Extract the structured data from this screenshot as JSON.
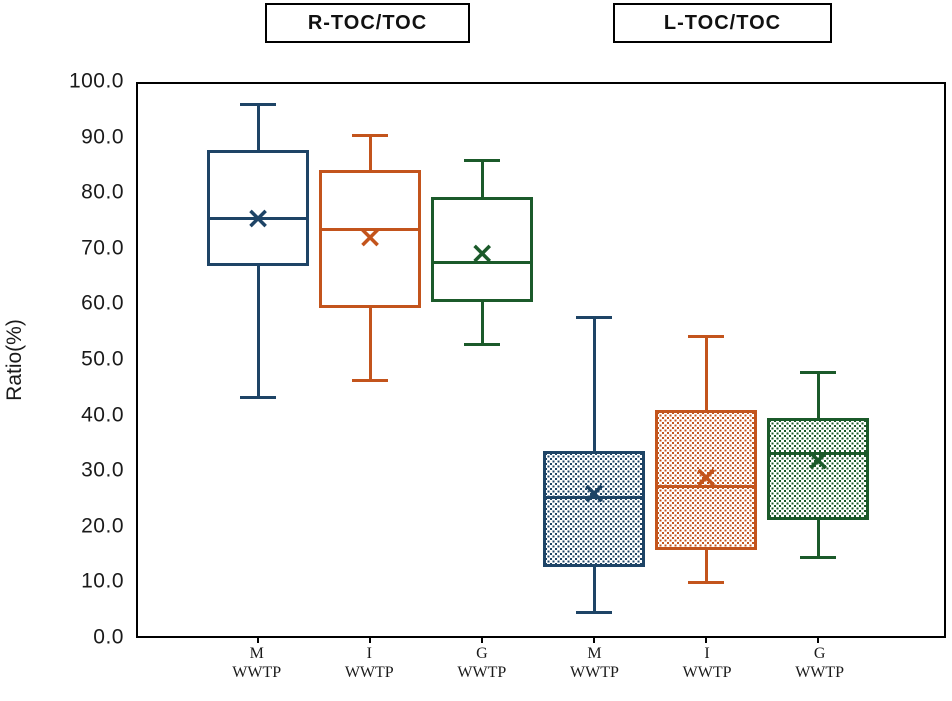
{
  "chart_data": {
    "type": "boxplot",
    "title_boxes": [
      "R-TOC/TOC",
      "L-TOC/TOC"
    ],
    "ylabel": "Ratio(%)",
    "ylim": [
      0,
      100
    ],
    "ytick_labels": [
      "0.0",
      "10.0",
      "20.0",
      "30.0",
      "40.0",
      "50.0",
      "60.0",
      "70.0",
      "80.0",
      "90.0",
      "100.0"
    ],
    "grid": false,
    "legend_position": "none",
    "category_line1": [
      "M",
      "I",
      "G",
      "M",
      "I",
      "G"
    ],
    "category_line2": [
      "WWTP",
      "WWTP",
      "WWTP",
      "WWTP",
      "WWTP",
      "WWTP"
    ],
    "mean_marker": "×",
    "colors": {
      "blue": "#1e4466",
      "orange": "#c3541c",
      "green": "#1b5a2a"
    },
    "series": [
      {
        "name": "R-TOC/TOC M WWTP",
        "group": "R-TOC/TOC",
        "category": "M WWTP",
        "color": "#1e4466",
        "fill": "solid",
        "whisker_high": 96.5,
        "q3": 88.0,
        "median": 75.5,
        "mean": 75.3,
        "q1": 67.0,
        "whisker_low": 43.0
      },
      {
        "name": "R-TOC/TOC I WWTP",
        "group": "R-TOC/TOC",
        "category": "I WWTP",
        "color": "#c3541c",
        "fill": "solid",
        "whisker_high": 91.0,
        "q3": 84.5,
        "median": 73.5,
        "mean": 72.0,
        "q1": 59.5,
        "whisker_low": 46.0
      },
      {
        "name": "R-TOC/TOC G WWTP",
        "group": "R-TOC/TOC",
        "category": "G WWTP",
        "color": "#1b5a2a",
        "fill": "solid",
        "whisker_high": 86.5,
        "q3": 79.5,
        "median": 67.5,
        "mean": 69.0,
        "q1": 60.5,
        "whisker_low": 52.5
      },
      {
        "name": "L-TOC/TOC M WWTP",
        "group": "L-TOC/TOC",
        "category": "M WWTP",
        "color": "#1e4466",
        "fill": "dotted",
        "whisker_high": 58.0,
        "q3": 33.5,
        "median": 25.0,
        "mean": 25.5,
        "q1": 12.5,
        "whisker_low": 4.0
      },
      {
        "name": "L-TOC/TOC I WWTP",
        "group": "L-TOC/TOC",
        "category": "I WWTP",
        "color": "#c3541c",
        "fill": "dotted",
        "whisker_high": 54.5,
        "q3": 41.0,
        "median": 27.0,
        "mean": 28.5,
        "q1": 15.5,
        "whisker_low": 9.5
      },
      {
        "name": "L-TOC/TOC G WWTP",
        "group": "L-TOC/TOC",
        "category": "G WWTP",
        "color": "#1b5a2a",
        "fill": "dotted",
        "whisker_high": 48.0,
        "q3": 39.5,
        "median": 33.0,
        "mean": 31.5,
        "q1": 21.0,
        "whisker_low": 14.0
      }
    ]
  }
}
